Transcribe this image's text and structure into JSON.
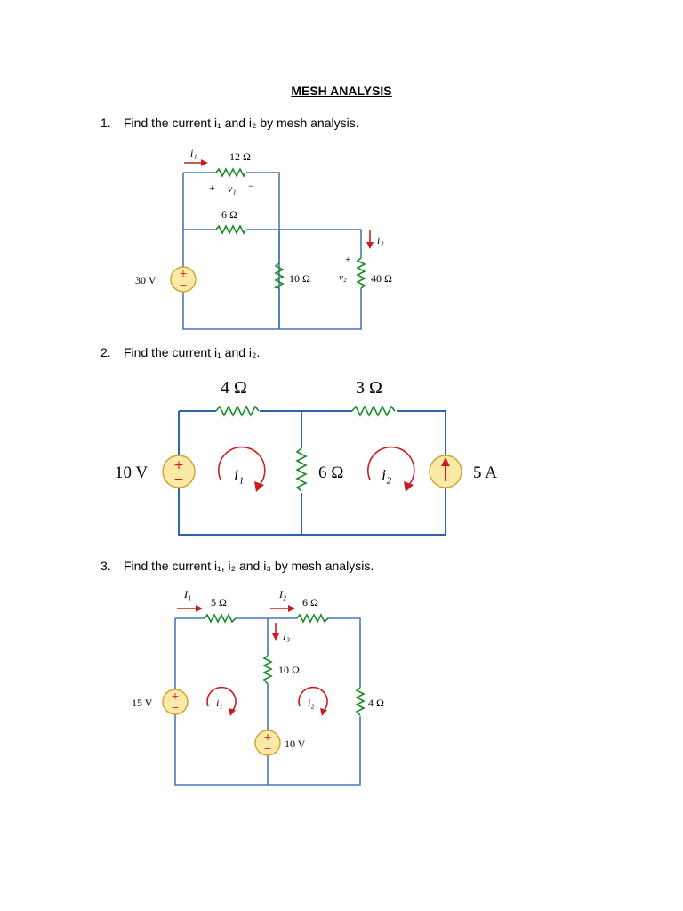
{
  "title": "MESH ANALYSIS",
  "questions": [
    {
      "num": "1.",
      "text": "Find the current i₁ and i₂  by mesh analysis."
    },
    {
      "num": "2.",
      "text": "Find the current i₁ and i₂."
    },
    {
      "num": "3.",
      "text": "Find the current i₁, i₂ and i₃ by mesh analysis."
    }
  ],
  "circuit1": {
    "source": "30 V",
    "r12": "12 Ω",
    "r6": "6 Ω",
    "r10": "10 Ω",
    "r40": "40 Ω",
    "i1": "i₁",
    "i2": "i₂",
    "v1": "v₁",
    "v2": "v₂",
    "plus": "+",
    "minus": "−"
  },
  "circuit2": {
    "source_v": "10 V",
    "source_i": "5 A",
    "r4": "4 Ω",
    "r3": "3 Ω",
    "r6": "6 Ω",
    "i1": "i₁",
    "i2": "i₂"
  },
  "circuit3": {
    "source_15": "15 V",
    "source_10": "10 V",
    "r5": "5 Ω",
    "r6": "6 Ω",
    "r10": "10 Ω",
    "r4": "4 Ω",
    "I1": "I₁",
    "I2": "I₂",
    "I3": "I₃",
    "i1": "i₁",
    "i2": "i₂"
  },
  "colors": {
    "wire": "#4a76b8",
    "resistor": "#1a8a2a",
    "arrow": "#c81e1e",
    "source_fill": "#fbe9a8"
  }
}
